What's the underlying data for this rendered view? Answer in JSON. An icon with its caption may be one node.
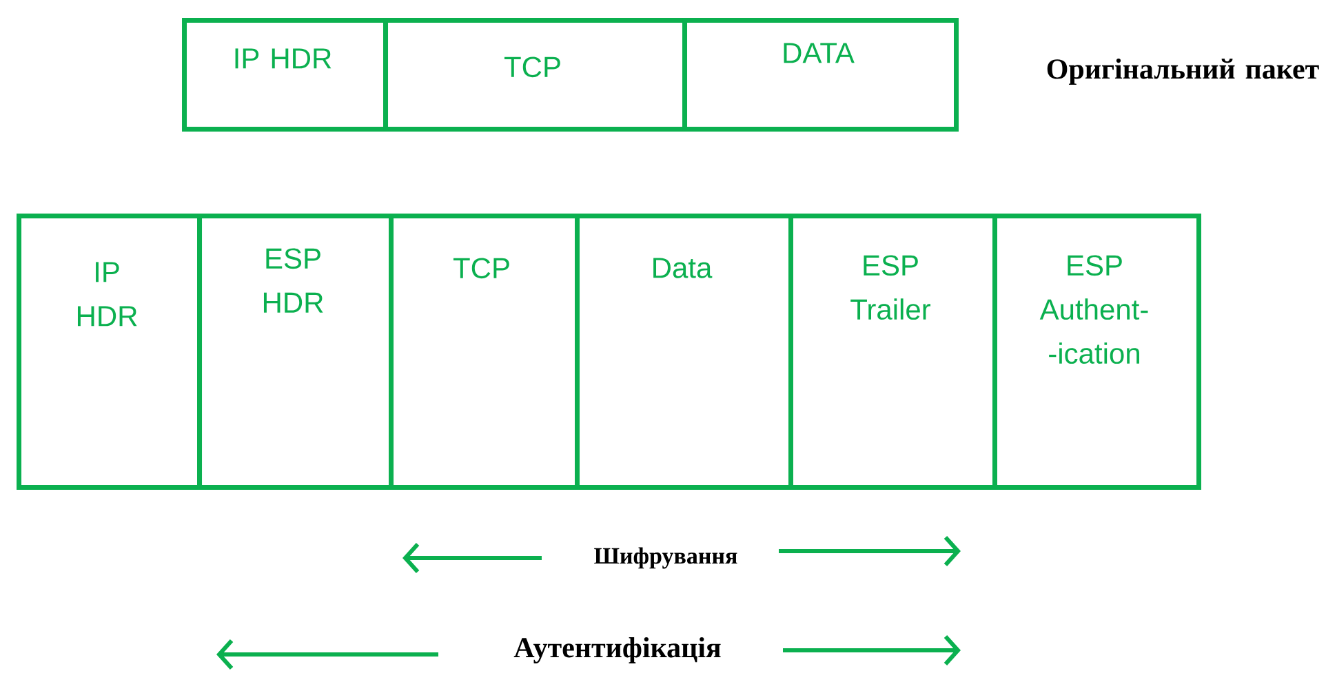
{
  "diagram": {
    "nodes": [
      {
        "text": [
          "IP HDR"
        ]
      },
      {
        "text": [
          "TCP"
        ]
      },
      {
        "text": [
          "DATA"
        ]
      },
      {
        "text": [
          "IP HDR"
        ]
      },
      {
        "text": [
          "ESP HDR"
        ]
      },
      {
        "text": [
          "TCP"
        ]
      },
      {
        "text": [
          "Data"
        ]
      },
      {
        "text": [
          "ESP Trailer"
        ]
      },
      {
        "text": [
          "ESP Authent- -ication"
        ]
      }
    ],
    "labels": [
      "Оригінальний пакет",
      "Шифрування",
      "Аутентифікація"
    ]
  }
}
